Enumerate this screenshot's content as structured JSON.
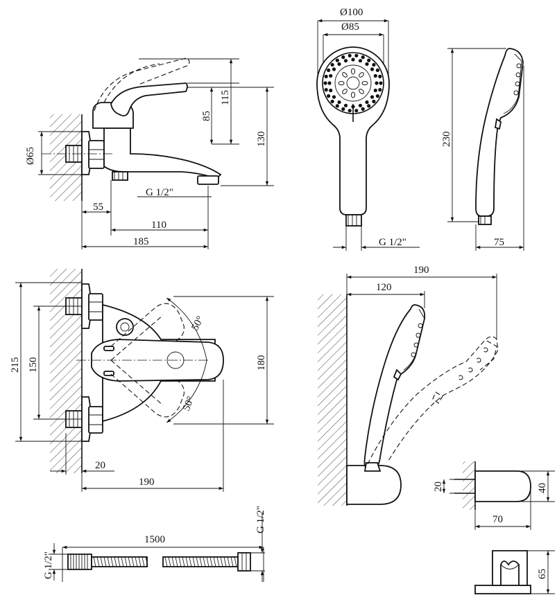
{
  "dims": {
    "d65": "Ø65",
    "h85": "85",
    "h115": "115",
    "h130": "130",
    "g12_mixer": "G 1/2\"",
    "w55": "55",
    "w110": "110",
    "w185": "185",
    "d100": "Ø100",
    "d85": "Ø85",
    "h230": "230",
    "g12_shower": "G 1/2\"",
    "w75": "75",
    "h215": "215",
    "h150": "150",
    "h180": "180",
    "a50_top": "50°",
    "a50_bottom": "50°",
    "w20": "20",
    "w190_top": "190",
    "w190_side": "190",
    "w120": "120",
    "hose_len": "1500",
    "g12_hose_left": "G 1/2\"",
    "g12_hose_right": "G 1/2\"",
    "h20_holder": "20",
    "h40_holder": "40",
    "w70_holder": "70",
    "h65_holder": "65"
  }
}
